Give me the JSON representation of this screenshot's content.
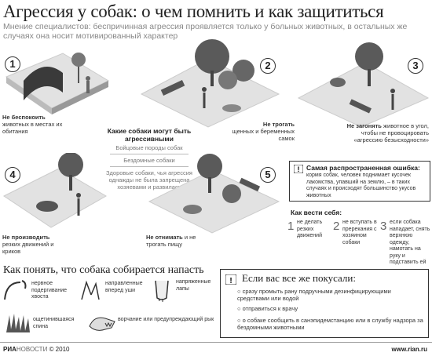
{
  "header": {
    "title": "Агрессия у собак: о чем помнить и как защититься",
    "subtitle": "Мнение специалистов: беспричинная агрессия проявляется только у больных животных, в остальных же случаях она носит мотивированный  характер"
  },
  "rules": [
    {
      "number": "1",
      "caption_bold": "Не беспокоить",
      "caption": "животных в местах их обитания"
    },
    {
      "number": "2",
      "caption_bold": "Не трогать",
      "caption": "щенных и беременных самок"
    },
    {
      "number": "3",
      "caption_bold": "Не загонять",
      "caption": "животное в угол, чтобы не провоцировать «агрессию безысходности»"
    },
    {
      "number": "4",
      "caption_bold": "Не производить",
      "caption": "резких движений и криков"
    },
    {
      "number": "5",
      "caption_bold": "Не отнимать",
      "caption": "и не трогать пищу"
    }
  ],
  "center": {
    "heading": "Какие собаки могут быть агрессивными",
    "items": [
      "Бойцовые породы собак",
      "Бездомные собаки",
      "Здоровые собаки, чья агрессия однажды не была запрещена хозяевами и развилась"
    ]
  },
  "common_error": {
    "title": "Самая распространенная ошибка:",
    "text": "кормя собак, человек поднимает кусочек лакомства, упавший на землю,  – в таких случаях и происходят большинство укусов животных"
  },
  "behave": {
    "title": "Как вести себя:",
    "items": [
      {
        "number": "1",
        "text": "не делать резких движений"
      },
      {
        "number": "2",
        "text": "не вступать в пререкания с хозяином собаки"
      },
      {
        "number": "3",
        "text": "если собака нападает, снять верхнюю одежду, намотать на руку и подставить ей"
      }
    ]
  },
  "signs": {
    "title": "Как понять, что собака собирается напасть",
    "items": [
      {
        "label": "нервное подергивание хвоста",
        "icon": "tail-icon"
      },
      {
        "label": "направленные вперед уши",
        "icon": "ears-icon"
      },
      {
        "label": "напряженные лапы",
        "icon": "paws-icon"
      },
      {
        "label": "ощетинившаяся спина",
        "icon": "fur-icon"
      },
      {
        "label": "ворчание или предупреждающий рык",
        "icon": "growl-icon"
      }
    ]
  },
  "bitten": {
    "title": "Если вас все же покусали:",
    "items": [
      "сразу промыть рану подручными дезинфицирующими средствами или водой",
      "отправиться к врачу",
      "о собаке сообщить в санэпидемстанцию или в службу надзора за бездомными животными"
    ]
  },
  "footer": {
    "brand_ria": "РИА",
    "brand_novosti": "НОВОСТИ",
    "copyright": "© 2010",
    "site": "www.rian.ru"
  },
  "colors": {
    "dark": "#2a2a2a",
    "mid": "#9a9a9a",
    "light": "#d8d8d8",
    "text": "#222222"
  }
}
